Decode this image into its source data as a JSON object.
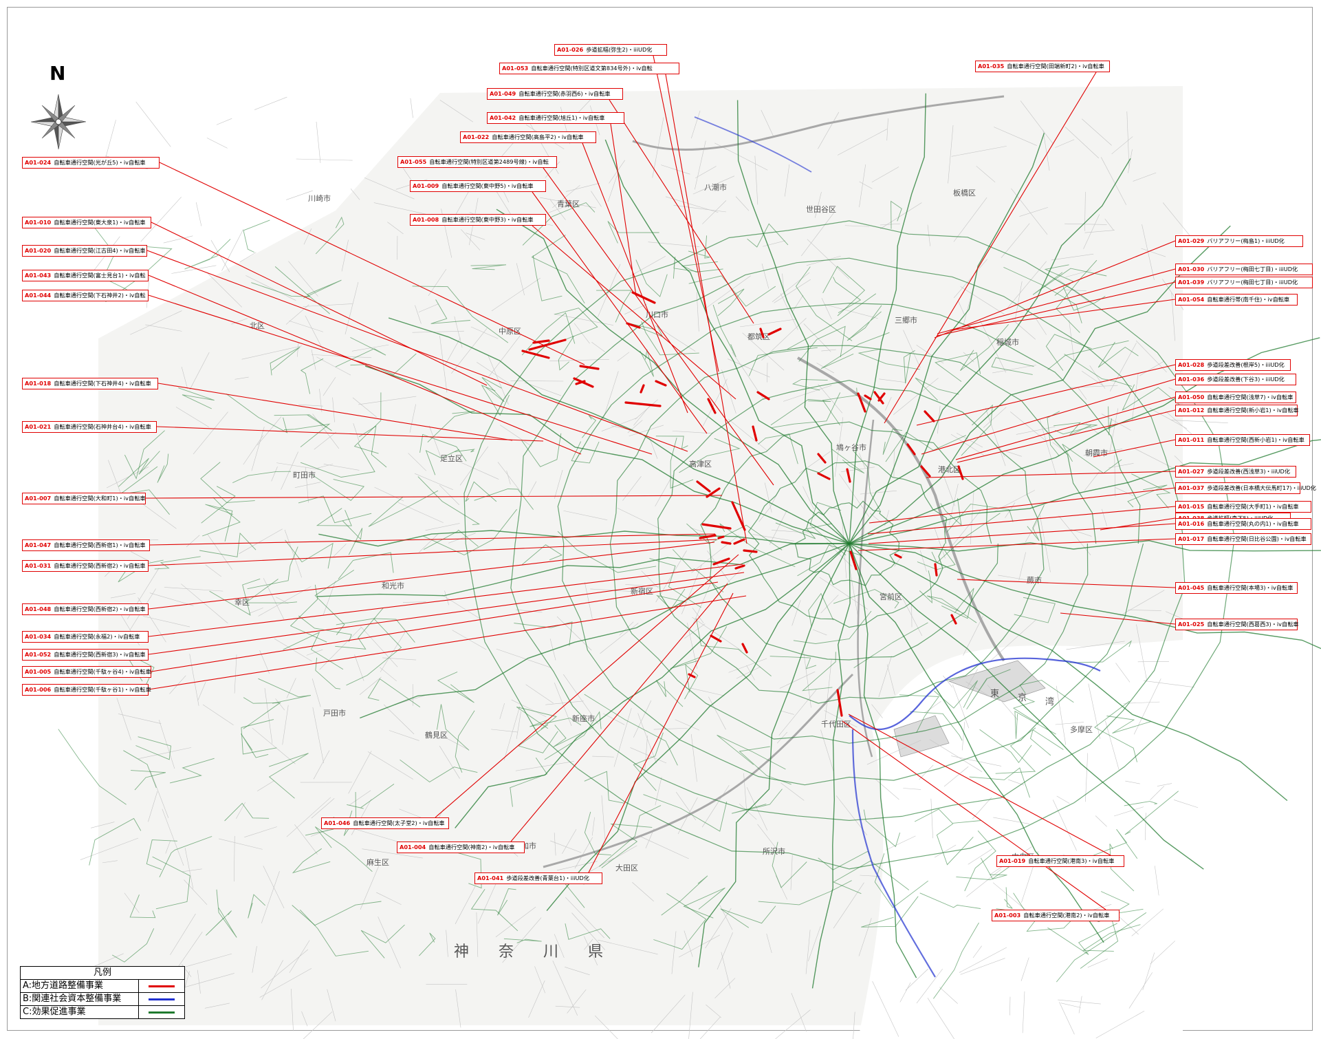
{
  "map": {
    "compass_letter": "N",
    "colors": {
      "project_a": "#e00000",
      "project_b": "#2030d0",
      "project_c": "#1f7a2e",
      "label_border": "#e00000"
    },
    "place_names": [
      "神",
      "奈",
      "川",
      "県",
      "東",
      "京",
      "湾",
      "川口市",
      "鳩ヶ谷市",
      "蕨市",
      "戸田市",
      "草加市",
      "八潮市",
      "三郷市",
      "朝霞市",
      "和光市",
      "新座市",
      "所沢市",
      "板橋区",
      "北区",
      "足立区",
      "新宿区",
      "千代田区",
      "中央区",
      "川崎市",
      "中原区",
      "高津区",
      "宮前区",
      "多摩区",
      "麻生区",
      "青葉区",
      "都筑区",
      "港北区",
      "幸区",
      "鶴見区",
      "大田区",
      "世田谷区",
      "稲城市",
      "町田市"
    ]
  },
  "legend": {
    "title": "凡例",
    "items": [
      {
        "label": "A:地方道路整備事業",
        "color": "#e00000"
      },
      {
        "label": "B:関連社会資本整備事業",
        "color": "#2030d0"
      },
      {
        "label": "C:効果促進事業",
        "color": "#1f7a2e"
      }
    ]
  },
  "labels": [
    {
      "code": "A01-026",
      "text": "歩道拡幅(弥生2)・iiiUD化"
    },
    {
      "code": "A01-053",
      "text": "自転車通行空間(特別区道文第834号外)・iv自転"
    },
    {
      "code": "A01-049",
      "text": "自転車通行空間(赤羽西6)・iv自転車"
    },
    {
      "code": "A01-042",
      "text": "自転車通行空間(旭丘1)・iv自転車"
    },
    {
      "code": "A01-022",
      "text": "自転車通行空間(高島平2)・iv自転車"
    },
    {
      "code": "A01-055",
      "text": "自転車通行空間(特別区道第2489号線)・iv自転"
    },
    {
      "code": "A01-009",
      "text": "自転車通行空間(東中野5)・iv自転車"
    },
    {
      "code": "A01-008",
      "text": "自転車通行空間(東中野3)・iv自転車"
    },
    {
      "code": "A01-024",
      "text": "自転車通行空間(光が丘5)・iv自転車"
    },
    {
      "code": "A01-010",
      "text": "自転車通行空間(東大泉1)・iv自転車"
    },
    {
      "code": "A01-020",
      "text": "自転車通行空間(江古田4)・iv自転車"
    },
    {
      "code": "A01-043",
      "text": "自転車通行空間(富士見台1)・iv自転"
    },
    {
      "code": "A01-044",
      "text": "自転車通行空間(下石神井2)・iv自転"
    },
    {
      "code": "A01-018",
      "text": "自転車通行空間(下石神井4)・iv自転車"
    },
    {
      "code": "A01-021",
      "text": "自転車通行空間(石神井台4)・iv自転車"
    },
    {
      "code": "A01-007",
      "text": "自転車通行空間(大和町1)・iv自転車"
    },
    {
      "code": "A01-047",
      "text": "自転車通行空間(西新宿1)・iv自転車"
    },
    {
      "code": "A01-031",
      "text": "自転車通行空間(西新宿2)・iv自転車"
    },
    {
      "code": "A01-048",
      "text": "自転車通行空間(西新宿2)・iv自転車"
    },
    {
      "code": "A01-034",
      "text": "自転車通行空間(永福2)・iv自転車"
    },
    {
      "code": "A01-052",
      "text": "自転車通行空間(西新宿3)・iv自転車"
    },
    {
      "code": "A01-005",
      "text": "自転車通行空間(千駄ヶ谷4)・iv自転車"
    },
    {
      "code": "A01-006",
      "text": "自転車通行空間(千駄ヶ谷1)・iv自転車"
    },
    {
      "code": "A01-035",
      "text": "自転車通行空間(田端新町2)・iv自転車"
    },
    {
      "code": "A01-029",
      "text": "バリアフリー(梅島1)・iiiUD化"
    },
    {
      "code": "A01-030",
      "text": "バリアフリー(梅田七丁目)・iiiUD化"
    },
    {
      "code": "A01-039",
      "text": "バリアフリー(梅田七丁目)・iiiUD化"
    },
    {
      "code": "A01-054",
      "text": "自転車通行帯(南千住)・iv自転車"
    },
    {
      "code": "A01-028",
      "text": "歩道段差改善(根岸5)・iiiUD化"
    },
    {
      "code": "A01-036",
      "text": "歩道段差改善(下谷3)・iiiUD化"
    },
    {
      "code": "A01-050",
      "text": "自転車通行空間(浅草7)・iv自転車"
    },
    {
      "code": "A01-012",
      "text": "自転車通行空間(新小岩1)・iv自転車"
    },
    {
      "code": "A01-011",
      "text": "自転車通行空間(西新小岩1)・iv自転車"
    },
    {
      "code": "A01-027",
      "text": "歩道段差改善(西浅草3)・iiiUD化"
    },
    {
      "code": "A01-037",
      "text": "歩道段差改善(日本橋大伝馬町17)・iiiUD化"
    },
    {
      "code": "A01-015",
      "text": "自転車通行空間(大手町1)・iv自転車"
    },
    {
      "code": "A01-038",
      "text": "歩道拡幅(森下5)・iiiUD化"
    },
    {
      "code": "A01-016",
      "text": "自転車通行空間(丸の内1)・iv自転車"
    },
    {
      "code": "A01-017",
      "text": "自転車通行空間(日比谷公園)・iv自転車"
    },
    {
      "code": "A01-045",
      "text": "自転車通行空間(本場3)・iv自転車"
    },
    {
      "code": "A01-025",
      "text": "自転車通行空間(西葛西3)・iv自転車"
    },
    {
      "code": "A01-046",
      "text": "自転車通行空間(太子堂2)・iv自転車"
    },
    {
      "code": "A01-004",
      "text": "自転車通行空間(神南2)・iv自転車"
    },
    {
      "code": "A01-041",
      "text": "歩道段差改善(青葉台1)・iiiUD化"
    },
    {
      "code": "A01-019",
      "text": "自転車通行空間(港南3)・iv自転車"
    },
    {
      "code": "A01-003",
      "text": "自転車通行空間(港南2)・iv自転車"
    }
  ]
}
